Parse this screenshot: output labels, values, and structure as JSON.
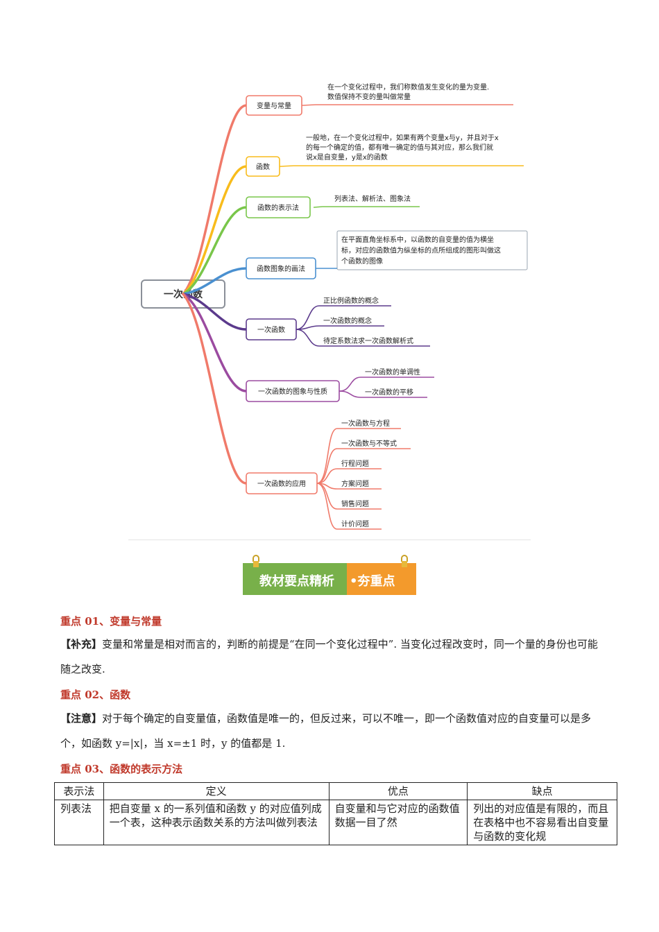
{
  "mindmap": {
    "root": "一次函数",
    "branches": [
      {
        "label": "变量与常量",
        "notes": [
          "在一个变化过程中，我们称数值发生变化的量为变量.",
          "数值保持不变的量叫做常量"
        ]
      },
      {
        "label": "函数",
        "notes": [
          "一般地，在一个变化过程中，如果有两个变量x与y，并且对于x",
          "的每一个确定的值，都有唯一确定的值与其对应，那么我们就",
          "说x是自变量，y是x的函数"
        ]
      },
      {
        "label": "函数的表示法",
        "notes": [
          "列表法、解析法、图象法"
        ]
      },
      {
        "label": "函数图象的画法",
        "notes": [
          "在平面直角坐标系中，以函数的自变量的值为横坐",
          "标，对应的函数值为纵坐标的点所组成的图形叫做这",
          "个函数的图像"
        ]
      },
      {
        "label": "一次函数",
        "children": [
          "正比例函数的概念",
          "一次函数的概念",
          "待定系数法求一次函数解析式"
        ]
      },
      {
        "label": "一次函数的图象与性质",
        "children": [
          "一次函数的单调性",
          "一次函数的平移"
        ]
      },
      {
        "label": "一次函数的应用",
        "children": [
          "一次函数与方程",
          "一次函数与不等式",
          "行程问题",
          "方案问题",
          "销售问题",
          "计价问题"
        ]
      }
    ],
    "colors": [
      "#f07a6a",
      "#f8bc1c",
      "#79c64a",
      "#4a90d0",
      "#5b3a8c",
      "#9b4ba0",
      "#f07a6a"
    ]
  },
  "banner": {
    "left": "教材要点精析",
    "right": "•夯重点",
    "left_color": "#78b04a",
    "right_color": "#f39a2c"
  },
  "sections": [
    {
      "title": "重点 01、变量与常量",
      "tag": "【补充】",
      "text": "变量和常量是相对而言的，判断的前提是“在同一个变化过程中”. 当变化过程改变时，同一个量的身份也可能随之改变."
    },
    {
      "title": "重点 02、函数",
      "tag": "【注意】",
      "text": "对于每个确定的自变量值，函数值是唯一的，但反过来，可以不唯一，即一个函数值对应的自变量可以是多个，如函数 y=|x|，当 x=±1 时，y 的值都是 1."
    },
    {
      "title": "重点 03、函数的表示方法"
    }
  ],
  "table": {
    "headers": [
      "表示法",
      "定义",
      "优点",
      "缺点"
    ],
    "rows": [
      [
        "列表法",
        "把自变量 x 的一系列值和函数 y 的对应值列成一个表，这种表示函数关系的方法叫做列表法",
        "自变量和与它对应的函数值数据一目了然",
        "列出的对应值是有限的，而且在表格中也不容易看出自变量与函数的变化规"
      ]
    ]
  }
}
